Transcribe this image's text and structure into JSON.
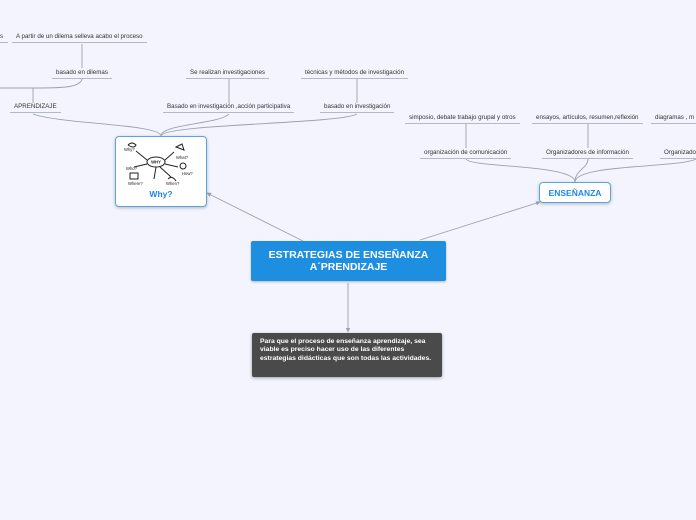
{
  "central": {
    "line1": "ESTRATEGIAS DE ENSEÑANZA",
    "line2": "A´PRENDIZAJE"
  },
  "why": {
    "title": "Why?",
    "sketch": {
      "center": "WHY",
      "words": [
        "Why?",
        "What?",
        "Who?",
        "How?",
        "Where?",
        "When?"
      ]
    }
  },
  "ensenanza": {
    "title": "ENSEÑANZA"
  },
  "note": {
    "text": "Para que el proceso de enseñanza aprendizaje, sea viable es preciso hacer uso de las diferentes estrategias didácticas que son todas las actividades."
  },
  "labels": {
    "partial_left": "s",
    "dilema": "A  partir de un dilema selleva acabo el  proceso",
    "basado_dilemas": "basado en dilemas",
    "aprendizaje": "APRENDIZAJE",
    "se_realizan": "Se realizan investigaciones",
    "tecnicas": "técnicas y métodos de investigación",
    "basado_participativa": "Basado en investigación ,acción participativa",
    "basado_investigacion": "basado en investigación",
    "simposio": "simposio,   debate trabajo grupal y otros",
    "ensayos": "ensayos, artículos, resumen,reflexión",
    "diagramas": "diagramas , m",
    "organizacion": "organización de comunicación",
    "organizadores": "Organizadores de información",
    "organizado": "Organizado"
  }
}
